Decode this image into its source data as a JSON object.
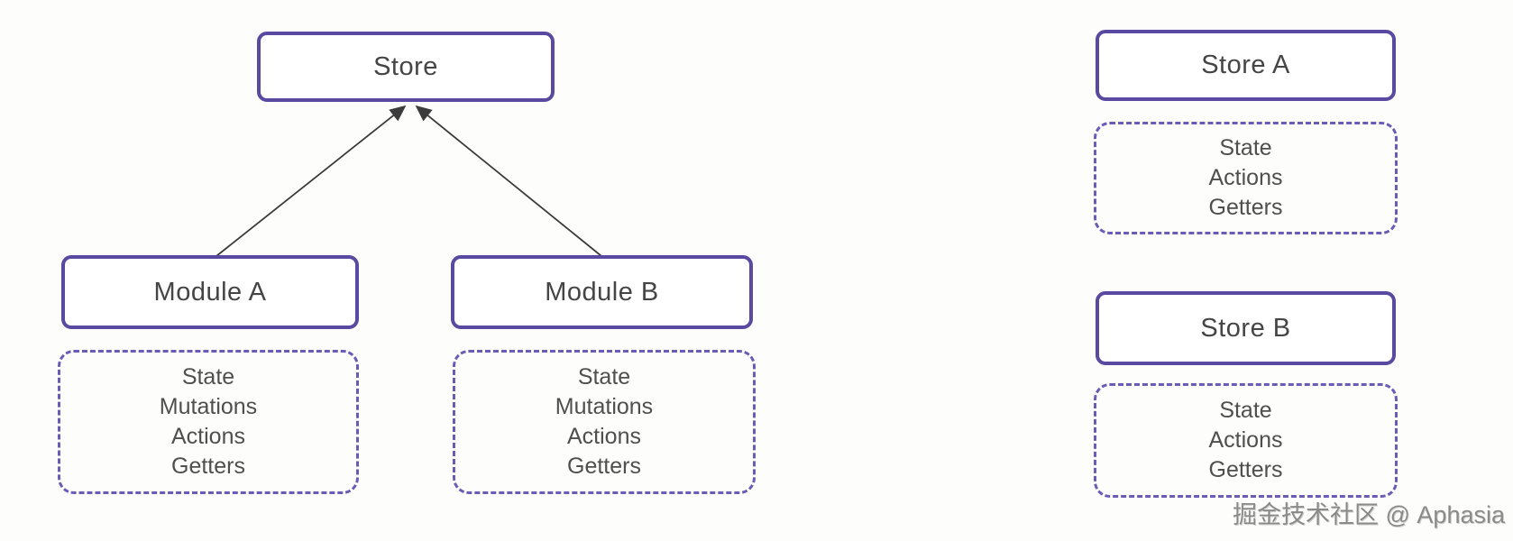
{
  "colors": {
    "accent": "#5a49a0",
    "accent_dashed": "#6c5bb4",
    "arrow": "#3c3c3c",
    "text_primary": "#454545",
    "text_secondary": "#4f4f4f",
    "background": "#fdfdfb",
    "watermark": "#8a8a8a"
  },
  "left_diagram": {
    "store": {
      "label": "Store"
    },
    "modules": [
      {
        "label": "Module A",
        "items": [
          "State",
          "Mutations",
          "Actions",
          "Getters"
        ]
      },
      {
        "label": "Module B",
        "items": [
          "State",
          "Mutations",
          "Actions",
          "Getters"
        ]
      }
    ]
  },
  "right_diagram": {
    "stores": [
      {
        "label": "Store A",
        "items": [
          "State",
          "Actions",
          "Getters"
        ]
      },
      {
        "label": "Store B",
        "items": [
          "State",
          "Actions",
          "Getters"
        ]
      }
    ]
  },
  "watermark": {
    "label": "掘金技术社区 @ Aphasia"
  }
}
